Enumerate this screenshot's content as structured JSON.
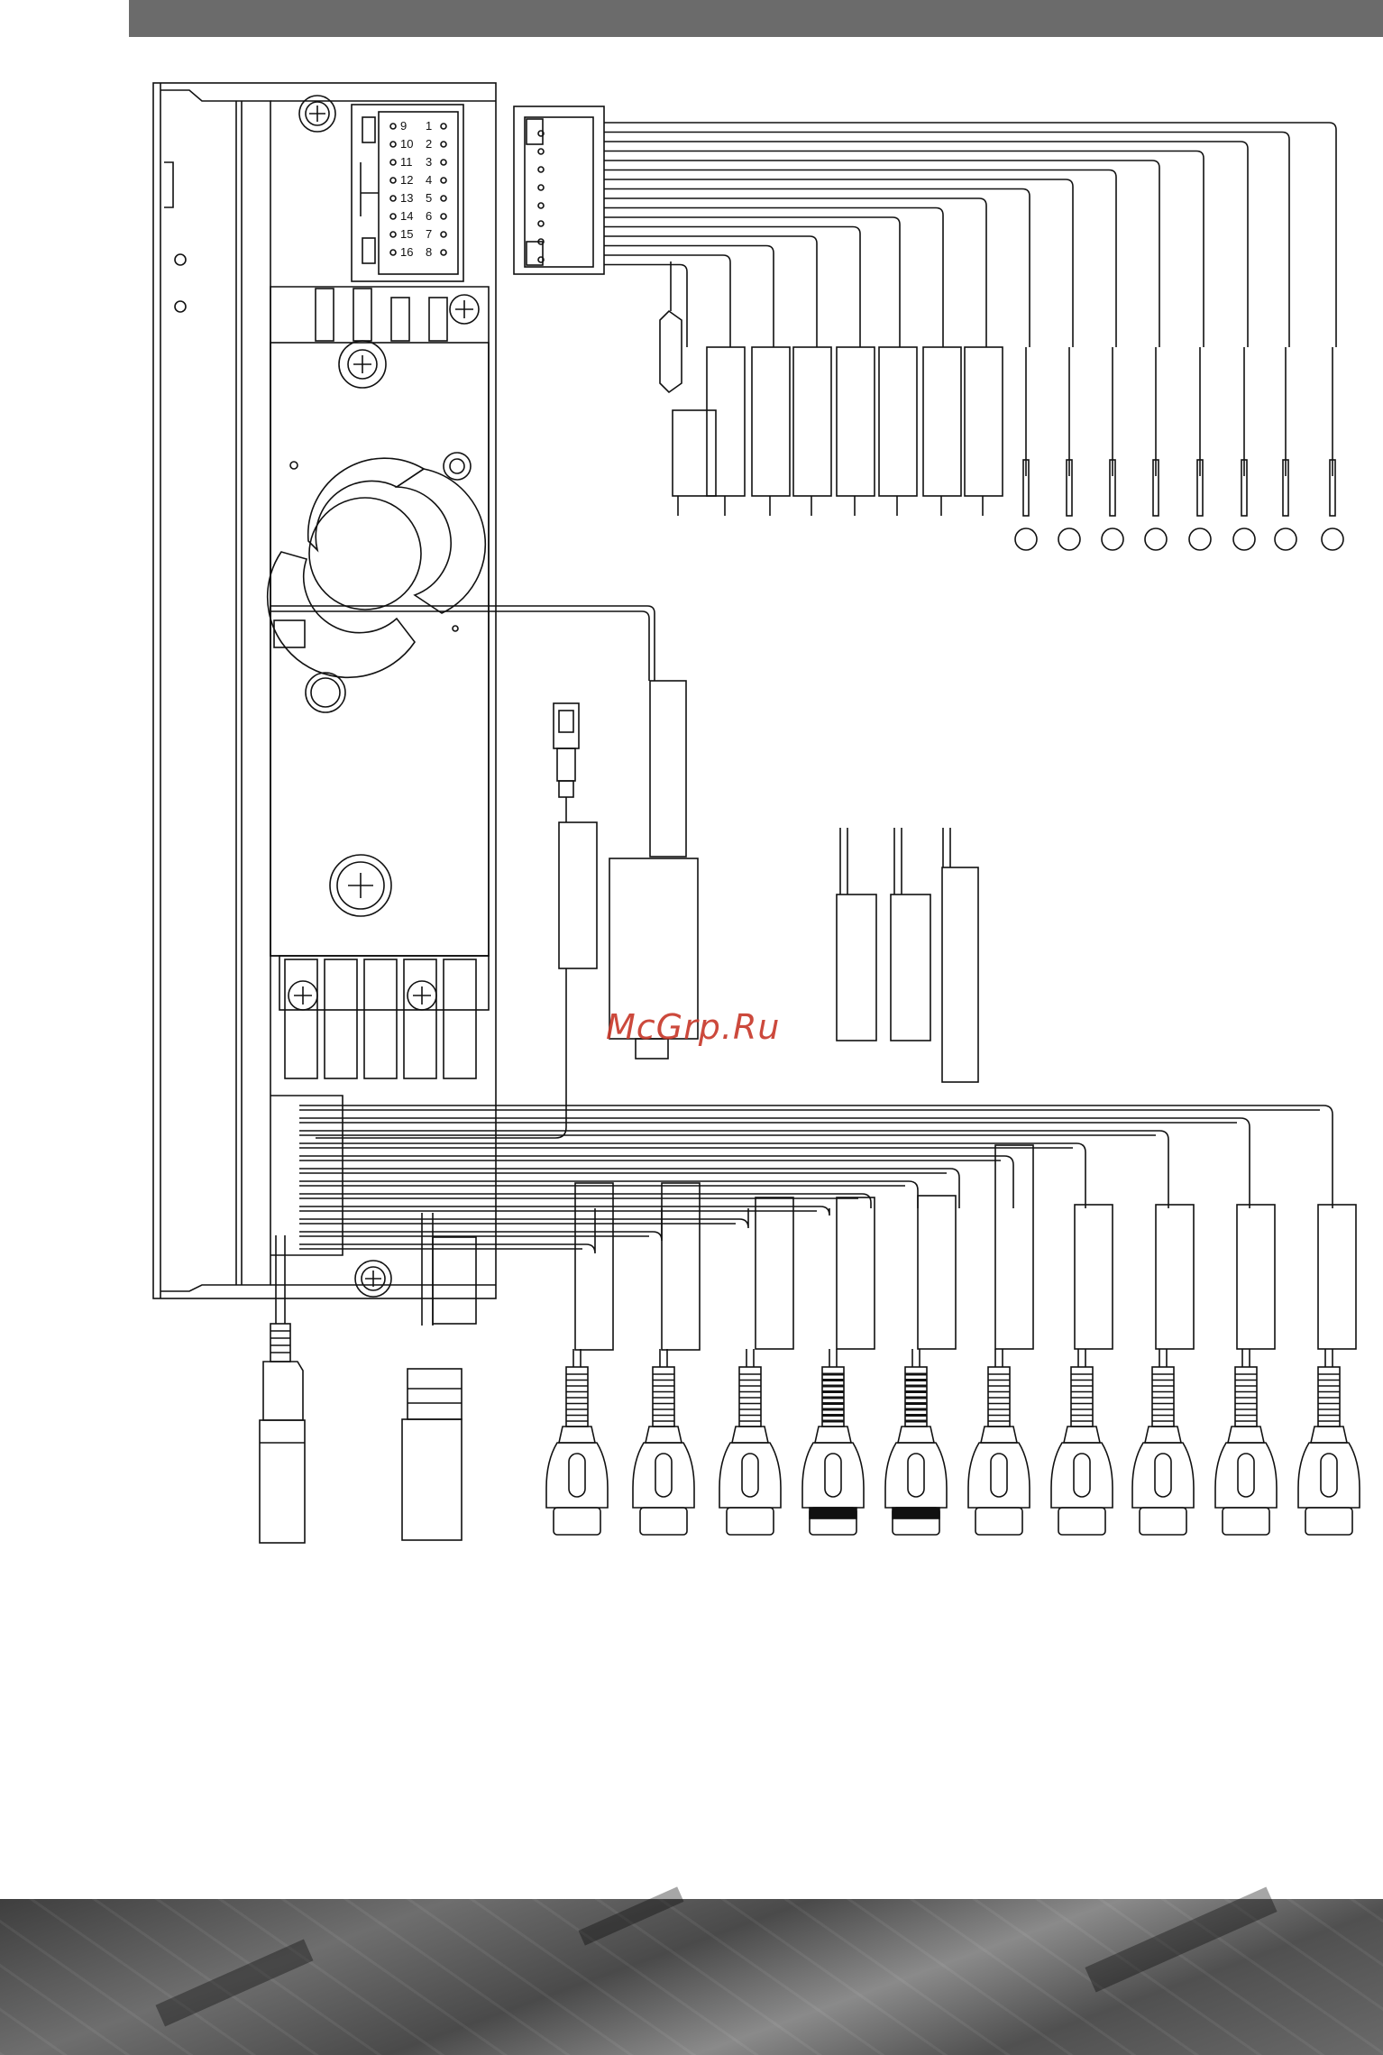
{
  "watermark": "McGrp.Ru",
  "iso_connector": {
    "left_pins": [
      "9",
      "10",
      "11",
      "12",
      "13",
      "14",
      "15",
      "16"
    ],
    "right_pins": [
      "1",
      "2",
      "3",
      "4",
      "5",
      "6",
      "7",
      "8"
    ]
  },
  "colors": {
    "line": "#111111",
    "header_bar": "#6b6b6b",
    "watermark": "#c83a2c"
  }
}
